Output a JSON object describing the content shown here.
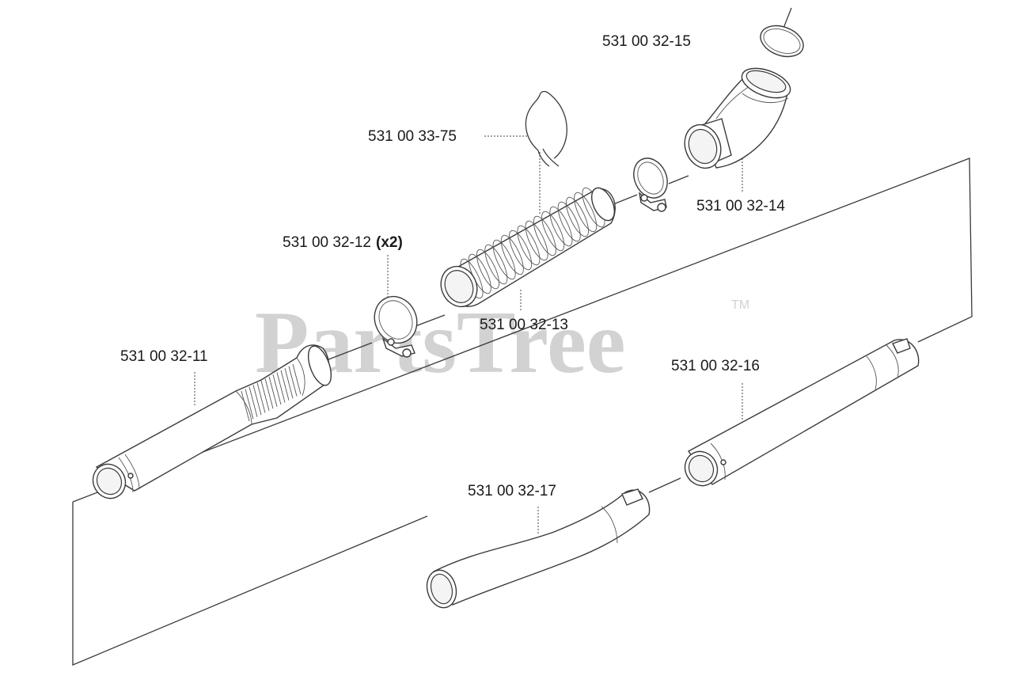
{
  "parts": [
    {
      "id": "elbow_ring",
      "label": "531 00 32-15"
    },
    {
      "id": "elbow",
      "label": "531 00 32-14"
    },
    {
      "id": "wire",
      "label": "531 00 33-75"
    },
    {
      "id": "bellows",
      "label": "531 00 32-13"
    },
    {
      "id": "clamp",
      "label": "531 00 32-12",
      "qty": "(x2)"
    },
    {
      "id": "handle_tube",
      "label": "531 00 32-11"
    },
    {
      "id": "mid_tube",
      "label": "531 00 32-16"
    },
    {
      "id": "nozzle",
      "label": "531 00 32-17"
    }
  ],
  "watermark": {
    "text": "PartsTree",
    "tm": "TM"
  }
}
